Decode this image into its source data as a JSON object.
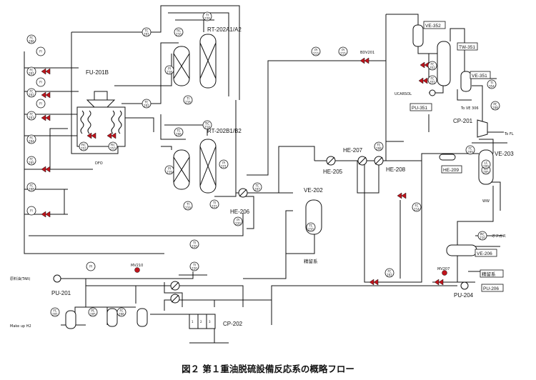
{
  "caption": "図２ 第１重油脱硫設備反応系の概略フロー",
  "equipment": {
    "fu201b": "FU-201B",
    "rt202a": "RT-202A1/A2",
    "rt202b": "RT-202B1/B2",
    "ve352": "VE-352",
    "tw351": "TW-351",
    "ve351": "VE-351",
    "pu351": "PU-351",
    "cp201": "CP-201",
    "ve203": "VE-203",
    "he209": "HE-209",
    "he207": "HE-207",
    "he208": "HE-208",
    "he205": "HE-205",
    "he206": "HE-206",
    "ve202": "VE-202",
    "ve206": "VE-206",
    "pu201": "PU-201",
    "pu204": "PU-204",
    "pu206": "PU-206",
    "cp202": "CP-202"
  },
  "streams": {
    "feed": "原料油(TAR)",
    "makeup": "Make up H2",
    "to_fl": "To FL",
    "to_ve": "To VE 306",
    "ucarsol": "UCARSOL",
    "seiryu1": "精留系",
    "seiryu2": "精留系",
    "offgas": "オフガス",
    "dfo": "DFO",
    "ww": "WW"
  },
  "compressor_stages": [
    "1",
    "2",
    "3"
  ],
  "instruments": [
    {
      "id": "i1",
      "tag": "FC 206"
    },
    {
      "id": "i2",
      "tag": "FI"
    },
    {
      "id": "i3",
      "tag": "FC 201"
    },
    {
      "id": "i4",
      "tag": "FI"
    },
    {
      "id": "i5",
      "tag": "FC 202"
    },
    {
      "id": "i6",
      "tag": "FI"
    },
    {
      "id": "i7",
      "tag": "FC 203"
    },
    {
      "id": "i8",
      "tag": "FC 204"
    },
    {
      "id": "i9",
      "tag": "FC 205"
    },
    {
      "id": "i10",
      "tag": "FC 208"
    },
    {
      "id": "i11",
      "tag": "TC 201"
    },
    {
      "id": "i12",
      "tag": "FIC 252"
    },
    {
      "id": "i13",
      "tag": "FIC 253"
    },
    {
      "id": "i14",
      "tag": "TIC 210"
    },
    {
      "id": "i15",
      "tag": "TI 220"
    },
    {
      "id": "i16",
      "tag": "PI 218"
    },
    {
      "id": "i17",
      "tag": "TI 216"
    },
    {
      "id": "i18",
      "tag": "TC 202"
    },
    {
      "id": "i19",
      "tag": "TC 206"
    },
    {
      "id": "i20",
      "tag": "TIC 214"
    },
    {
      "id": "i21",
      "tag": "PI 219"
    },
    {
      "id": "i22",
      "tag": "PI 221"
    },
    {
      "id": "i23",
      "tag": "TI 221"
    },
    {
      "id": "i24",
      "tag": "TI 219"
    },
    {
      "id": "i25",
      "tag": "TC 207"
    },
    {
      "id": "i26",
      "tag": "PI 220"
    },
    {
      "id": "i27",
      "tag": "PI 213"
    },
    {
      "id": "i28",
      "tag": "PI 215"
    },
    {
      "id": "i29",
      "tag": "FC 352"
    },
    {
      "id": "i30",
      "tag": "FC 351"
    },
    {
      "id": "i31",
      "tag": "TI 354"
    },
    {
      "id": "i32",
      "tag": "PC 208"
    },
    {
      "id": "i33",
      "tag": "TC 208"
    },
    {
      "id": "i34",
      "tag": "FC 209"
    },
    {
      "id": "i35",
      "tag": "LIC 205"
    },
    {
      "id": "i36",
      "tag": "FC 214"
    },
    {
      "id": "i37",
      "tag": "PIC 210"
    },
    {
      "id": "i38",
      "tag": "LC 209"
    },
    {
      "id": "i39",
      "tag": "FI"
    },
    {
      "id": "i40",
      "tag": "TI 220"
    },
    {
      "id": "i41",
      "tag": "PI"
    },
    {
      "id": "i42",
      "tag": "TI 220"
    },
    {
      "id": "i43",
      "tag": "FC 201"
    },
    {
      "id": "i44",
      "tag": "PC 205"
    },
    {
      "id": "i45",
      "tag": "FC 206"
    },
    {
      "id": "i46",
      "tag": "FC 202"
    },
    {
      "id": "i47",
      "tag": "TC 210"
    }
  ],
  "valve_tags": {
    "mv210": "MV210",
    "mv207": "MV207",
    "bdv": "BDV201"
  }
}
